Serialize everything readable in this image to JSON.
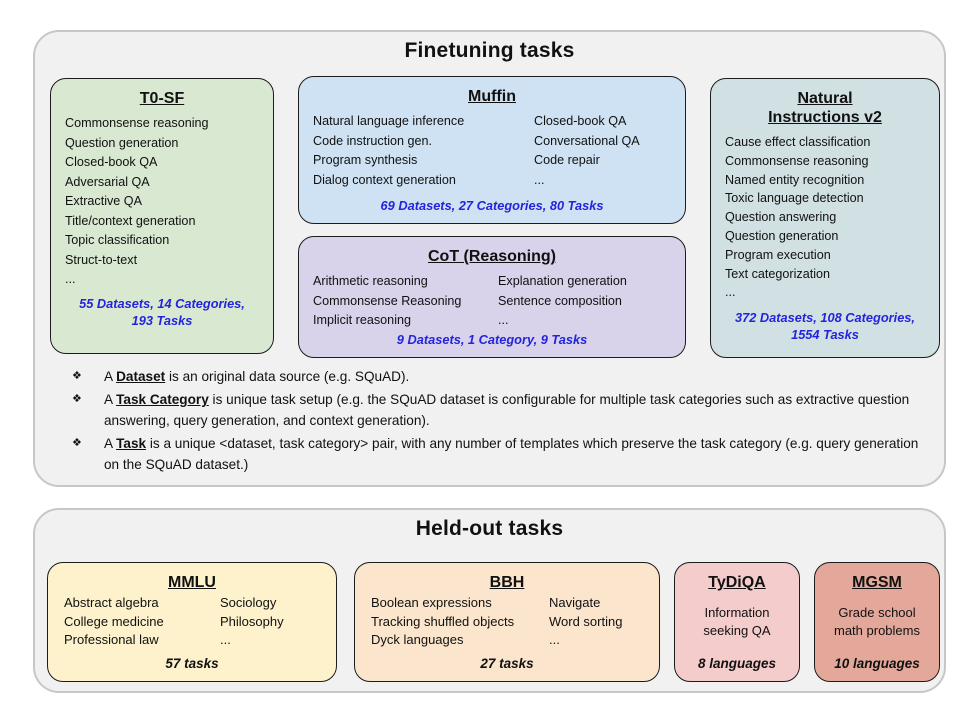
{
  "colors": {
    "stats_blue": "#2424dd",
    "panel_gray": "#f1f1f2",
    "t0sf_green": "#d9e8d1",
    "muffin_blue": "#cfe2f3",
    "cot_purple": "#d8d2ea",
    "niv2_bluegray": "#d1e0e3",
    "mmlu_yellow": "#fdf2cc",
    "bbh_orange": "#fbe5cd",
    "tydiqa_pink": "#f3cccb",
    "mgsm_salmon": "#e4a89b"
  },
  "finetuning": {
    "title": "Finetuning tasks",
    "t0sf": {
      "title": "T0-SF",
      "items": [
        "Commonsense reasoning",
        "Question generation",
        "Closed-book QA",
        "Adversarial QA",
        "Extractive QA",
        "Title/context generation",
        "Topic classification",
        "Struct-to-text",
        "..."
      ],
      "stats_line1": "55 Datasets, 14 Categories,",
      "stats_line2": "193 Tasks"
    },
    "muffin": {
      "title": "Muffin",
      "col1": [
        "Natural language inference",
        "Code instruction gen.",
        "Program synthesis",
        "Dialog context generation"
      ],
      "col2": [
        "Closed-book QA",
        "Conversational QA",
        "Code repair",
        "..."
      ],
      "stats": "69 Datasets, 27 Categories, 80 Tasks"
    },
    "cot": {
      "title": "CoT (Reasoning)",
      "col1": [
        "Arithmetic reasoning",
        "Commonsense Reasoning",
        "Implicit reasoning"
      ],
      "col2": [
        "Explanation generation",
        "Sentence composition",
        "..."
      ],
      "stats": "9 Datasets, 1 Category, 9 Tasks"
    },
    "niv2": {
      "title_line1": "Natural",
      "title_line2": "Instructions v2",
      "items": [
        "Cause effect classification",
        "Commonsense reasoning",
        "Named entity recognition",
        "Toxic language detection",
        "Question answering",
        "Question generation",
        "Program execution",
        "Text categorization",
        "..."
      ],
      "stats_line1": "372 Datasets, 108 Categories,",
      "stats_line2": "1554 Tasks"
    },
    "bullets": [
      {
        "marker": "❖",
        "prefix": "A ",
        "term": "Dataset",
        "rest": " is an original data source (e.g. SQuAD)."
      },
      {
        "marker": "❖",
        "prefix": "A ",
        "term": "Task Category",
        "rest": " is unique task setup (e.g. the SQuAD dataset is configurable for multiple task categories such as extractive question answering, query generation, and context generation)."
      },
      {
        "marker": "❖",
        "prefix": "A ",
        "term": "Task",
        "rest": " is a unique <dataset, task category> pair, with any number of templates which preserve the task category (e.g. query generation on the SQuAD dataset.)"
      }
    ]
  },
  "heldout": {
    "title": "Held-out tasks",
    "mmlu": {
      "title": "MMLU",
      "col1": [
        "Abstract algebra",
        "College medicine",
        "Professional law"
      ],
      "col2": [
        "Sociology",
        "Philosophy",
        "..."
      ],
      "stats": "57 tasks"
    },
    "bbh": {
      "title": "BBH",
      "col1": [
        "Boolean expressions",
        "Tracking shuffled objects",
        "Dyck languages"
      ],
      "col2": [
        "Navigate",
        "Word sorting",
        "..."
      ],
      "stats": "27 tasks"
    },
    "tydiqa": {
      "title": "TyDiQA",
      "desc_line1": "Information",
      "desc_line2": "seeking QA",
      "stats": "8 languages"
    },
    "mgsm": {
      "title": "MGSM",
      "desc_line1": "Grade school",
      "desc_line2": "math problems",
      "stats": "10 languages"
    }
  }
}
